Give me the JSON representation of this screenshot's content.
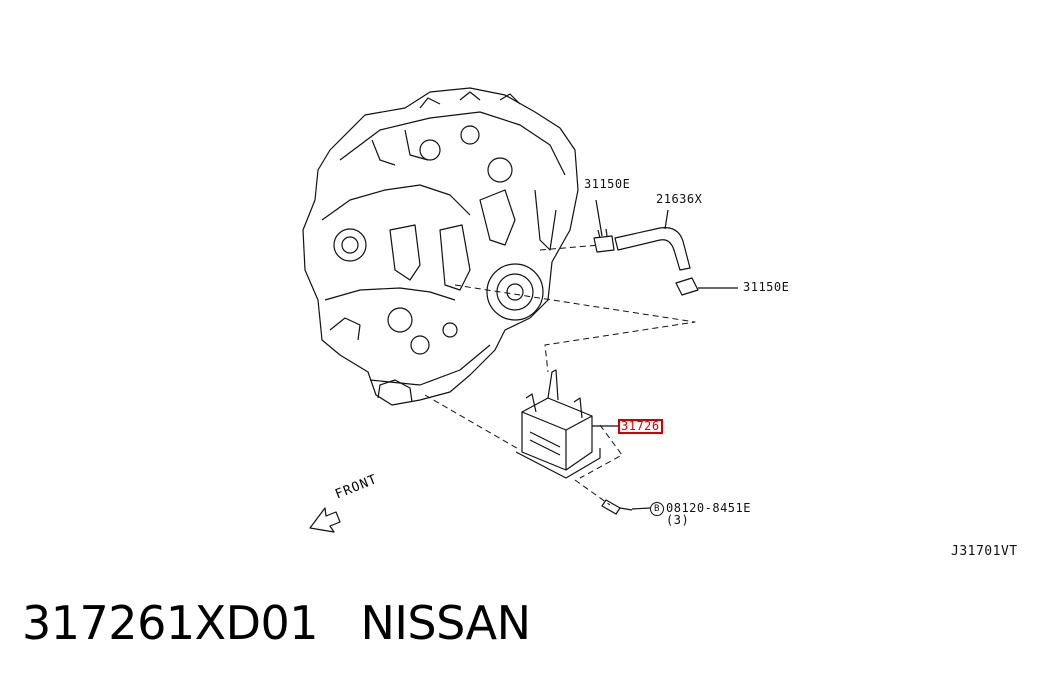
{
  "labels": {
    "clamp_upper": "31150E",
    "hose": "21636X",
    "clamp_lower": "31150E",
    "cooler": "31726",
    "bolt_circle": "B",
    "bolt": "08120-8451E",
    "bolt_qty": "(3)",
    "front": "FRONT",
    "diagram_id": "J31701VT"
  },
  "caption": {
    "part_number": "317261XD01",
    "brand": "NISSAN"
  },
  "colors": {
    "highlight": "#d40000",
    "line": "#111111"
  }
}
